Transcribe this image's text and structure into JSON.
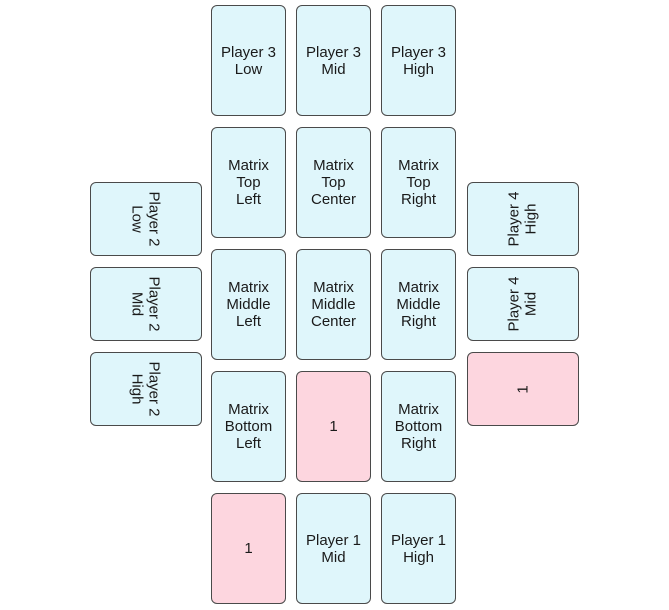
{
  "player3": {
    "low": "Player 3\nLow",
    "mid": "Player 3\nMid",
    "high": "Player 3\nHigh"
  },
  "matrix": {
    "top_left": "Matrix\nTop\nLeft",
    "top_center": "Matrix\nTop\nCenter",
    "top_right": "Matrix\nTop\nRight",
    "middle_left": "Matrix\nMiddle\nLeft",
    "middle_center": "Matrix\nMiddle\nCenter",
    "middle_right": "Matrix\nMiddle\nRight",
    "bottom_left": "Matrix\nBottom\nLeft",
    "bottom_center": "1",
    "bottom_right": "Matrix\nBottom\nRight"
  },
  "player1": {
    "low": "1",
    "mid": "Player 1\nMid",
    "high": "Player 1\nHigh"
  },
  "player2": {
    "low": "Player 2\nLow",
    "mid": "Player 2\nMid",
    "high": "Player 2\nHigh"
  },
  "player4": {
    "high": "Player 4\nHigh",
    "mid": "Player 4\nMid",
    "low": "1"
  },
  "colors": {
    "card_fill": "#dff6fb",
    "blank_fill": "#fdd6df",
    "border": "#4a4a4a"
  }
}
